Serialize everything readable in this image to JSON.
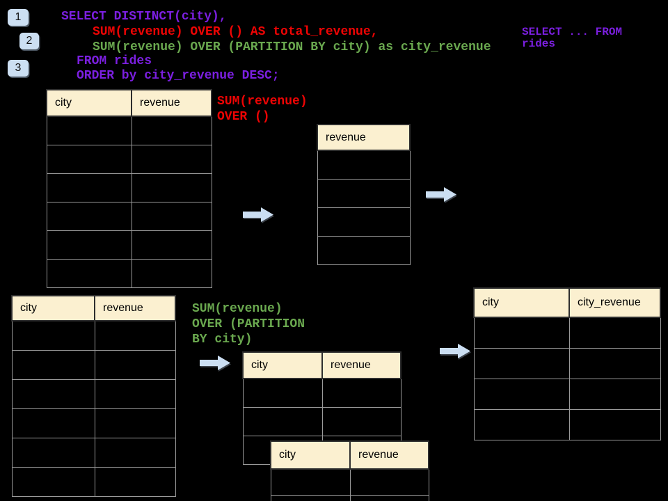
{
  "badges": [
    {
      "label": "1"
    },
    {
      "label": "2"
    },
    {
      "label": "3"
    }
  ],
  "sql": {
    "lines": [
      {
        "text": "SELECT DISTINCT(city),",
        "color": "purple"
      },
      {
        "text": "SUM(revenue) OVER () AS total_revenue,",
        "color": "red"
      },
      {
        "text": "SUM(revenue) OVER (PARTITION BY city) as city_revenue",
        "color": "green"
      },
      {
        "text": "FROM rides",
        "color": "purple"
      },
      {
        "text": "ORDER by city_revenue DESC;",
        "color": "purple"
      }
    ]
  },
  "side_snippet": {
    "line1": "SELECT ... FROM",
    "line2": "rides"
  },
  "annotations": {
    "total_revenue_label": {
      "line1": "SUM(revenue)",
      "line2": "OVER ()"
    },
    "partition_label": {
      "line1": "SUM(revenue)",
      "line2": "OVER (PARTITION",
      "line3": "BY city)"
    }
  },
  "tables": {
    "source_top": {
      "headers": [
        "city",
        "revenue"
      ],
      "empty_rows": 6
    },
    "total_result": {
      "headers": [
        "revenue"
      ],
      "empty_rows": 4
    },
    "source_bottom": {
      "headers": [
        "city",
        "revenue"
      ],
      "empty_rows": 6
    },
    "partition_step_a": {
      "headers": [
        "city",
        "revenue"
      ],
      "empty_rows": 3
    },
    "partition_step_b": {
      "headers": [
        "city",
        "revenue"
      ],
      "empty_rows": 2
    },
    "city_revenue_result": {
      "headers": [
        "city",
        "city_revenue"
      ],
      "empty_rows": 4
    }
  },
  "icons": {
    "right_arrow": "→ block arrow shape"
  },
  "colors": {
    "background": "#000000",
    "sql_purple": "#7B1FE0",
    "sql_red": "#EE0404",
    "sql_green": "#6AA84F",
    "table_header_fill": "#FBF0D0",
    "table_border_gray": "#9A9A9A",
    "arrow_fill": "#CBDEF2",
    "badge_fill": "#CCDFF2"
  }
}
